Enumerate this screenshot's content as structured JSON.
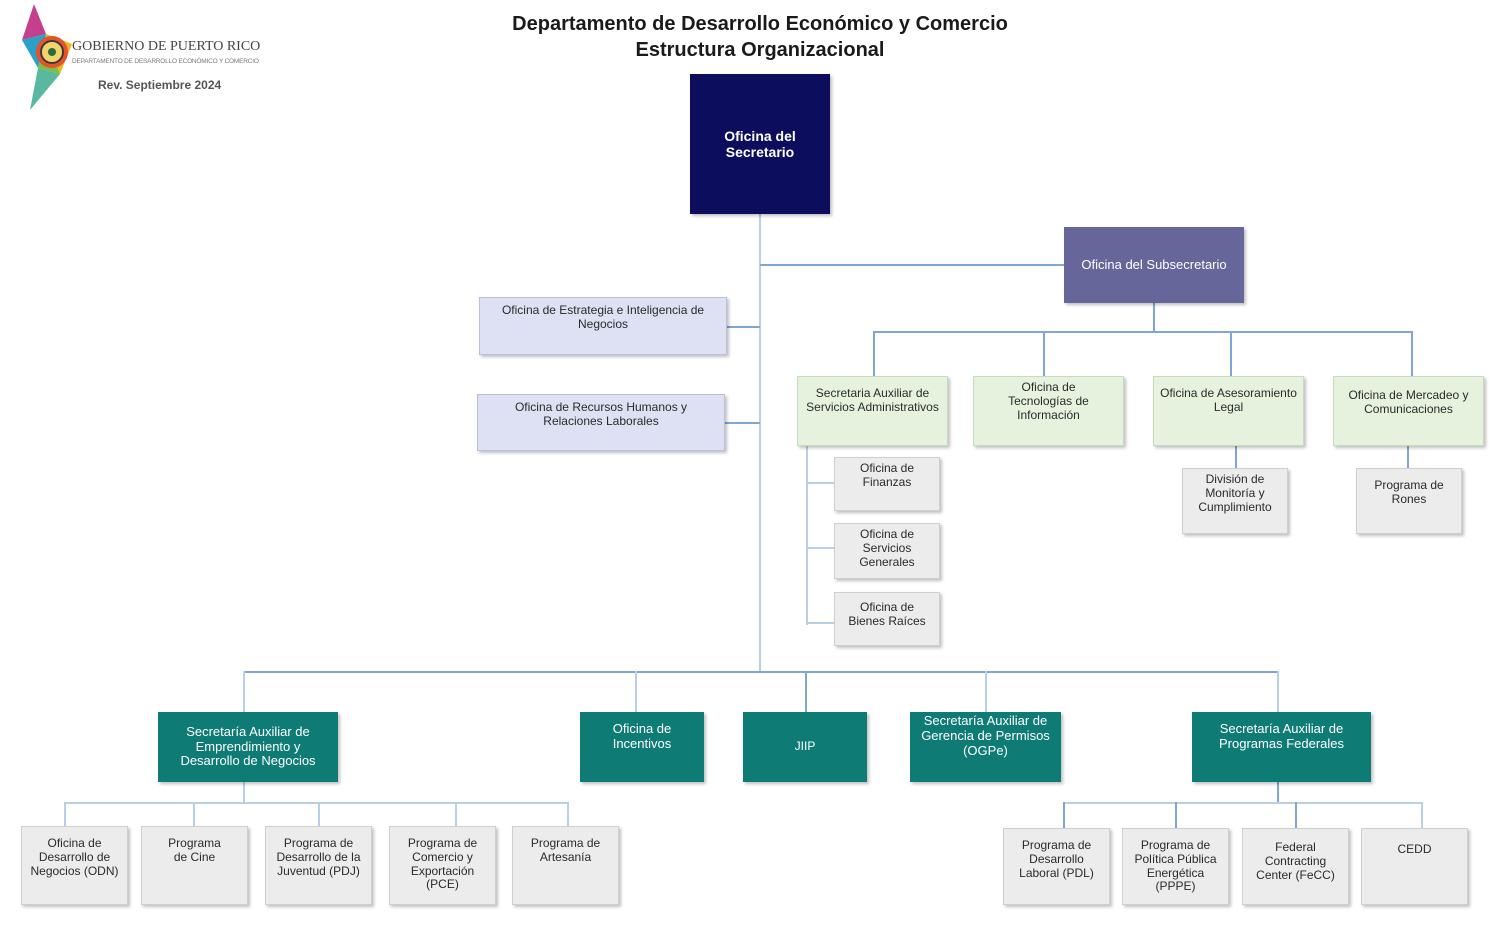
{
  "header": {
    "title_line1": "Departamento de Desarrollo Económico y Comercio",
    "title_line2": "Estructura Organizacional"
  },
  "logo": {
    "government": "GOBIERNO DE PUERTO RICO",
    "department": "DEPARTAMENTO DE DESARROLLO ECONÓMICO Y COMERCIO",
    "revision": "Rev. Septiembre 2024",
    "colors": [
      "#c43f8c",
      "#2ba0c9",
      "#7bbf43",
      "#f0b41c",
      "#e5532d"
    ]
  },
  "org": {
    "secretario": "Oficina del Secretario",
    "subsecretario": "Oficina del Subsecretario",
    "staff": [
      "Oficina de Estrategia e Inteligencia de Negocios",
      "Oficina de Recursos Humanos y Relaciones Laborales"
    ],
    "sub_units": [
      "Secretaria Auxiliar de Servicios Administrativos",
      "Oficina de Tecnologías de Información",
      "Oficina de Asesoramiento Legal",
      "Oficina de Mercadeo y Comunicaciones"
    ],
    "admin_children": [
      "Oficina de Finanzas",
      "Oficina de Servicios Generales",
      "Oficina de Bienes Raíces"
    ],
    "legal_child": "División de Monitoría y Cumplimiento",
    "marketing_child": "Programa de Rones",
    "main_units": [
      "Secretaría Auxiliar de Emprendimiento y Desarrollo de Negocios",
      "Oficina de Incentivos",
      "JIIP",
      "Secretaría Auxiliar de Gerencia de Permisos (OGPe)",
      "Secretaría Auxiliar de Programas Federales"
    ],
    "emprendimiento_children": [
      "Oficina de Desarrollo de Negocios (ODN)",
      "Programa de Cine",
      "Programa de Desarrollo de la Juventud (PDJ)",
      "Programa de Comercio y Exportación (PCE)",
      "Programa de Artesanía"
    ],
    "federales_children": [
      "Programa de Desarrollo Laboral (PDL)",
      "Programa de Política Pública Energética (PPPE)",
      "Federal Contracting Center (FeCC)",
      "CEDD"
    ]
  }
}
